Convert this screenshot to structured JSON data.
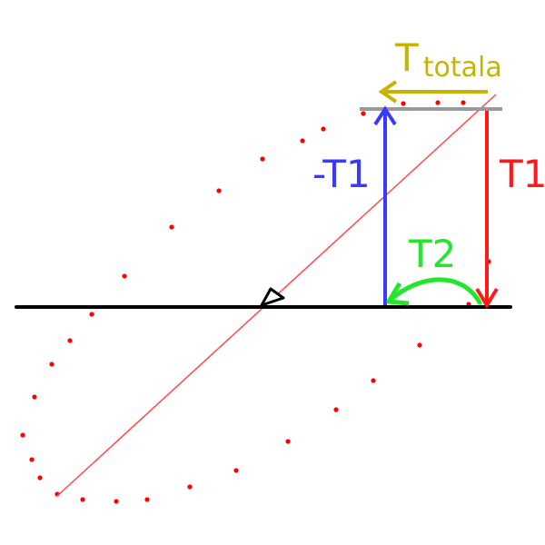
{
  "labels": {
    "total_main": "T",
    "total_sub": "totala",
    "t1": "T1",
    "neg_t1": "-T1",
    "t2": "T2"
  },
  "colors": {
    "background": "#ffffff",
    "axis": "#000000",
    "t1": "#ff1a1a",
    "neg_t1": "#3a3aff",
    "t2": "#22e62a",
    "total": "#c8b400",
    "guide": "#999999",
    "ellipse_dots": "#ff0000",
    "diagonal": "#ff4a4a"
  },
  "icons": {
    "pointer": "arrow-cursor-icon"
  }
}
